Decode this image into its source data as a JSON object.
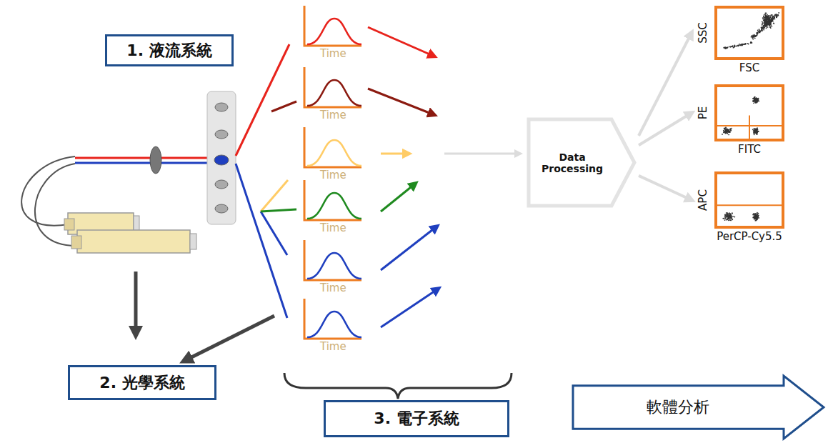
{
  "diagram": {
    "nodes": [
      {
        "text": [
          "1. 液流系統"
        ]
      },
      {
        "text": [
          "Data Processing"
        ]
      },
      {
        "text": [
          "SSC",
          "FSC"
        ]
      },
      {
        "text": [
          "PE",
          "FITC"
        ]
      },
      {
        "text": [
          "APC",
          "PerCP-Cy5.5"
        ]
      },
      {
        "text": [
          "2. 光學系統"
        ]
      },
      {
        "text": [
          "3. 電子系統"
        ]
      },
      {
        "text": [
          "軟體分析"
        ]
      }
    ],
    "edges": [
      {
        "from": 1,
        "to": 2,
        "arrow": "to"
      },
      {
        "from": 1,
        "to": 3,
        "arrow": "to"
      },
      {
        "from": 1,
        "to": 4,
        "arrow": "to"
      }
    ],
    "labels": [
      "Time",
      "Time",
      "Time",
      "Time",
      "Time",
      "Time"
    ]
  }
}
